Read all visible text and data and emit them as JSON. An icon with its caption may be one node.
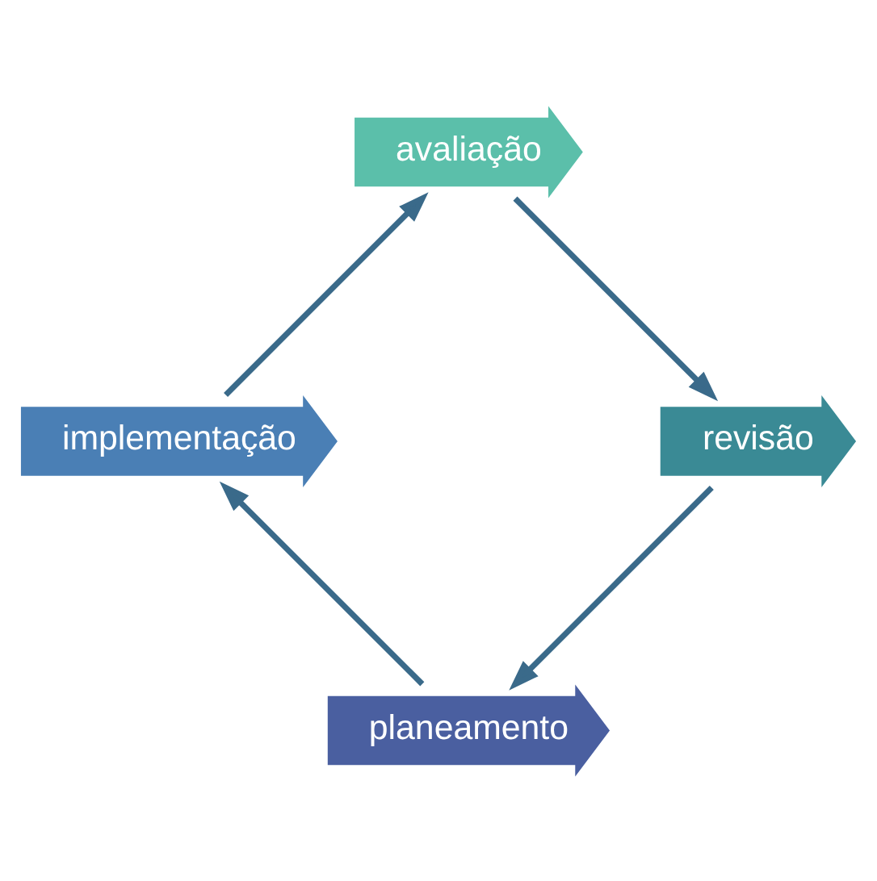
{
  "diagram": {
    "nodes": [
      {
        "text": [
          "planeamento"
        ]
      },
      {
        "text": [
          "implementação"
        ]
      },
      {
        "text": [
          "avaliação"
        ]
      },
      {
        "text": [
          "revisão"
        ]
      }
    ],
    "edges": [
      {
        "from": 0,
        "to": 1,
        "arrow": "to"
      },
      {
        "from": 1,
        "to": 2,
        "arrow": "to"
      },
      {
        "from": 2,
        "to": 3,
        "arrow": "to"
      },
      {
        "from": 3,
        "to": 0,
        "arrow": "to"
      }
    ]
  }
}
